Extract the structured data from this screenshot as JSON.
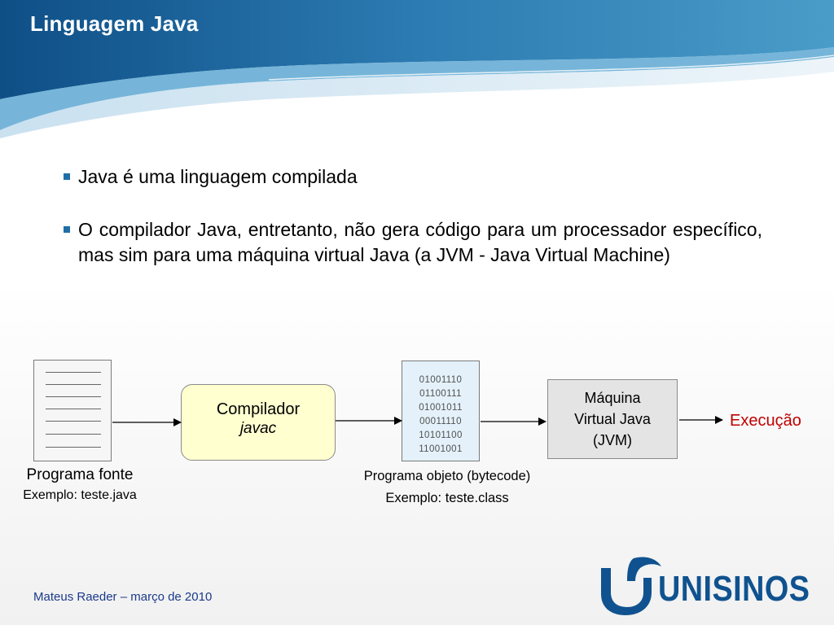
{
  "slide": {
    "title": "Linguagem Java",
    "bullets": [
      "Java é uma linguagem compilada",
      "O compilador Java, entretanto, não gera código para um processador específico, mas sim para uma máquina virtual Java (a JVM - Java Virtual Machine)"
    ]
  },
  "diagram": {
    "source": {
      "label": "Programa fonte",
      "example": "Exemplo: teste.java"
    },
    "compiler": {
      "name": "Compilador",
      "command": "javac"
    },
    "bytecode": {
      "bits": [
        "01001110",
        "01100111",
        "01001011",
        "00011110",
        "10101100",
        "11001001"
      ],
      "label": "Programa objeto (bytecode)",
      "example": "Exemplo: teste.class"
    },
    "jvm": {
      "lines": [
        "Máquina",
        "Virtual Java",
        "(JVM)"
      ]
    },
    "output": {
      "label": "Execução"
    }
  },
  "footer": {
    "author": "Mateus Raeder – março de 2010",
    "logo_text": "UNISINOS",
    "logo_icon": "unisinos-u-emblem-icon"
  },
  "colors": {
    "header_blue": "#1f6ea8",
    "execution_red": "#c00000",
    "compiler_fill": "#ffffd0",
    "bytecode_fill": "#e4f1fa",
    "logo_blue": "#10528f"
  }
}
